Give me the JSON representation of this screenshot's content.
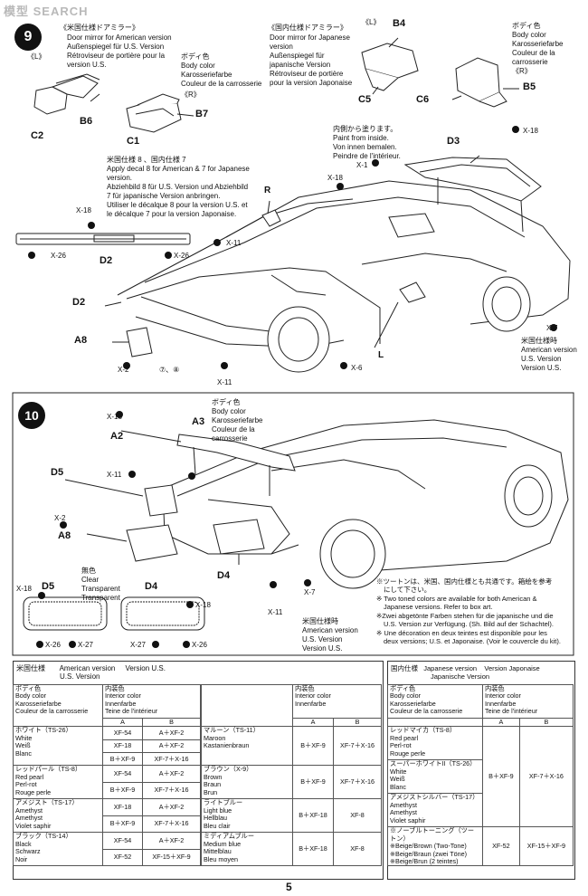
{
  "watermark": "模型 SEARCH",
  "page_number": "5",
  "step9": {
    "number": "9",
    "mirror_us": {
      "title": "《米国仕様ドアミラー》",
      "lines": [
        "Door mirror for American version",
        "Außenspiegel für U.S. Version",
        "Rétroviseur de portière pour la",
        "version U.S."
      ]
    },
    "mirror_jp": {
      "title": "《国内仕様ドアミラー》",
      "lines": [
        "Door mirror for Japanese",
        "version",
        "Außenspiegel für",
        "japanische Version",
        "Rétroviseur de portière",
        "pour la version Japonaise"
      ]
    },
    "body_color_1": [
      "ボディ色",
      "Body color",
      "Karosseriefarbe",
      "Couleur de la carrosserie"
    ],
    "body_color_2": [
      "ボディ色",
      "Body color",
      "Karosseriefarbe",
      "Couleur de la",
      "carrosserie"
    ],
    "paint_inside": [
      "内側から塗ります。",
      "Paint from inside.",
      "Von innen bemalen.",
      "Peindre de l'intérieur."
    ],
    "decal_note": [
      "米国仕様 8 、国内仕様 7",
      "Apply decal 8 for American & 7 for Japanese",
      "version.",
      "Abziehbild 8 für U.S. Version und Abziehbild",
      "7 für japanische Version anbringen.",
      "Utiliser le décalque 8 pour la version U.S. et",
      "le décalque 7 pour la version Japonaise."
    ],
    "american_only": [
      "米国仕様時",
      "American version",
      "U.S. Version",
      "Version U.S."
    ],
    "labels": {
      "L1": "《L》",
      "R1": "《R》",
      "L2": "《L》",
      "R2": "《R》",
      "C2": "C2",
      "B6": "B6",
      "C1": "C1",
      "B7": "B7",
      "B4": "B4",
      "C5": "C5",
      "C6": "C6",
      "B5": "B5",
      "D3": "D3",
      "D2a": "D2",
      "D2b": "D2",
      "A8": "A8",
      "R": "R",
      "L": "L",
      "x18a": "X-18",
      "x18b": "X-18",
      "x18c": "X-18",
      "x1": "X-1",
      "x26a": "X-26",
      "x26b": "X-26",
      "x11a": "X-11",
      "x11b": "X-11",
      "x2": "X-2",
      "x6": "X-6",
      "x7": "X-7",
      "decal78": "⑦、⑧"
    }
  },
  "step10": {
    "number": "10",
    "body_color": [
      "ボディ色",
      "Body color",
      "Karosseriefarbe",
      "Couleur de la",
      "carrosserie"
    ],
    "clear": [
      "無色",
      "Clear",
      "Transparent",
      "Transparent"
    ],
    "american_only": [
      "米国仕様時",
      "American version",
      "U.S. Version",
      "Version U.S."
    ],
    "two_tone": [
      "※ツートンは、米国、国内仕様とも共通です。箱絵を参考",
      "にして下さい。",
      "※ Two toned colors are available for both American &",
      "Japanese versions. Refer to box art.",
      "※Zwei abgetönte Farben stehen für die japanische und die",
      "U.S. Version zur Verfügung. (Sh. Bild auf der Schachtel).",
      "※ Une décoration en deux teintes est disponible pour les",
      "deux versions; U.S. et Japonaise. (Voir le couvercle du kit)."
    ],
    "labels": {
      "x18a": "X-18",
      "A2": "A2",
      "A3": "A3",
      "D5a": "D5",
      "x11a": "X-11",
      "x2": "X-2",
      "A8": "A8",
      "D4a": "D4",
      "x7": "X-7",
      "x11b": "X-11",
      "x18b": "X-18",
      "D5b": "D5",
      "D4b": "D4",
      "x18c": "X-18",
      "x26a": "X-26",
      "x27a": "X-27",
      "x27b": "X-27",
      "x26b": "X-26"
    }
  },
  "table_us": {
    "header": [
      "米国仕様",
      "American version",
      "Version U.S.",
      "U.S. Version"
    ],
    "col_head": [
      "ボディ色",
      "Body color",
      "Karosseriefarbe",
      "Couleur de la carrosserie"
    ],
    "col_head2": [
      "内装色",
      "Interior color",
      "Innenfarbe",
      "Teine de l'intérieur"
    ],
    "col_head3": [
      "内装色",
      "Interior color",
      "Innenfarbe"
    ],
    "a": "A",
    "b": "B",
    "rows_left": [
      {
        "name": [
          "ホワイト（TS-26）",
          "White",
          "Weiß",
          "Blanc"
        ],
        "vals": [
          [
            "XF-54",
            "A＋XF-2"
          ],
          [
            "XF-18",
            "A＋XF-2"
          ],
          [
            "B＋XF-9",
            "XF-7＋X-16"
          ]
        ]
      },
      {
        "name": [
          "レッドパール（TS-8）",
          "Red pearl",
          "Perl-rot",
          "Rouge perle"
        ],
        "vals": [
          [
            "XF-54",
            "A＋XF-2"
          ],
          [
            "B＋XF-9",
            "XF-7＋X-16"
          ]
        ]
      },
      {
        "name": [
          "アメジスト（TS-17）",
          "Amethyst",
          "Amethyst",
          "Violet saphir"
        ],
        "vals": [
          [
            "XF-18",
            "A＋XF-2"
          ],
          [
            "B＋XF-9",
            "XF-7＋X-16"
          ]
        ]
      },
      {
        "name": [
          "ブラック（TS-14）",
          "Black",
          "Schwarz",
          "Noir"
        ],
        "vals": [
          [
            "XF-54",
            "A＋XF-2"
          ],
          [
            "XF-52",
            "XF-15＋XF-9"
          ]
        ]
      }
    ],
    "rows_mid": [
      {
        "name": [
          "マルーン（TS-11）",
          "Maroon",
          "Kastanienbraun"
        ],
        "vals": [
          "B＋XF-9",
          "XF-7＋X-16"
        ]
      },
      {
        "name": [
          "ブラウン（X-9）",
          "Brown",
          "Braun",
          "Brun"
        ],
        "vals": [
          "B＋XF-9",
          "XF-7＋X-16"
        ]
      },
      {
        "name": [
          "ライトブルー",
          "Light blue",
          "Hellblau",
          "Bleu clair"
        ],
        "vals": [
          "B＋XF-18",
          "XF-8"
        ]
      },
      {
        "name": [
          "ミディアムブルー",
          "Medium blue",
          "Mittelblau",
          "Bleu moyen"
        ],
        "vals": [
          "B＋XF-18",
          "XF-8"
        ]
      }
    ]
  },
  "table_jp": {
    "header": [
      "国内仕様",
      "Japanese version",
      "Version Japonaise",
      "Japanische Version"
    ],
    "col_head": [
      "ボディ色",
      "Body color",
      "Karosseriefarbe",
      "Couleur de la carrosserie"
    ],
    "col_head2": [
      "内装色",
      "Interior color",
      "Innenfarbe",
      "Teine de l'intérieur"
    ],
    "a": "A",
    "b": "B",
    "rows": [
      {
        "name": [
          "レッドマイカ（TS-8）",
          "Red pearl",
          "Perl-rot",
          "Rouge perle"
        ]
      },
      {
        "name": [
          "スーパーホワイトII（TS-26）",
          "White",
          "Weiß",
          "Blanc"
        ]
      },
      {
        "name": [
          "アメジストシルバー（TS-17）",
          "Amethyst",
          "Amethyst",
          "Violet saphir"
        ]
      },
      {
        "name": [
          "※ノーブルトーニング（ツートン）",
          "※Beige/Brown (Two-Tone)",
          "※Beige/Braun (zwei Töne)",
          "※Beige/Brun (2 teintes)"
        ]
      }
    ],
    "vals_group": [
      "B＋XF-9",
      "XF-7＋X-16"
    ],
    "vals_last": [
      "XF-52",
      "XF-15＋XF-9"
    ]
  }
}
